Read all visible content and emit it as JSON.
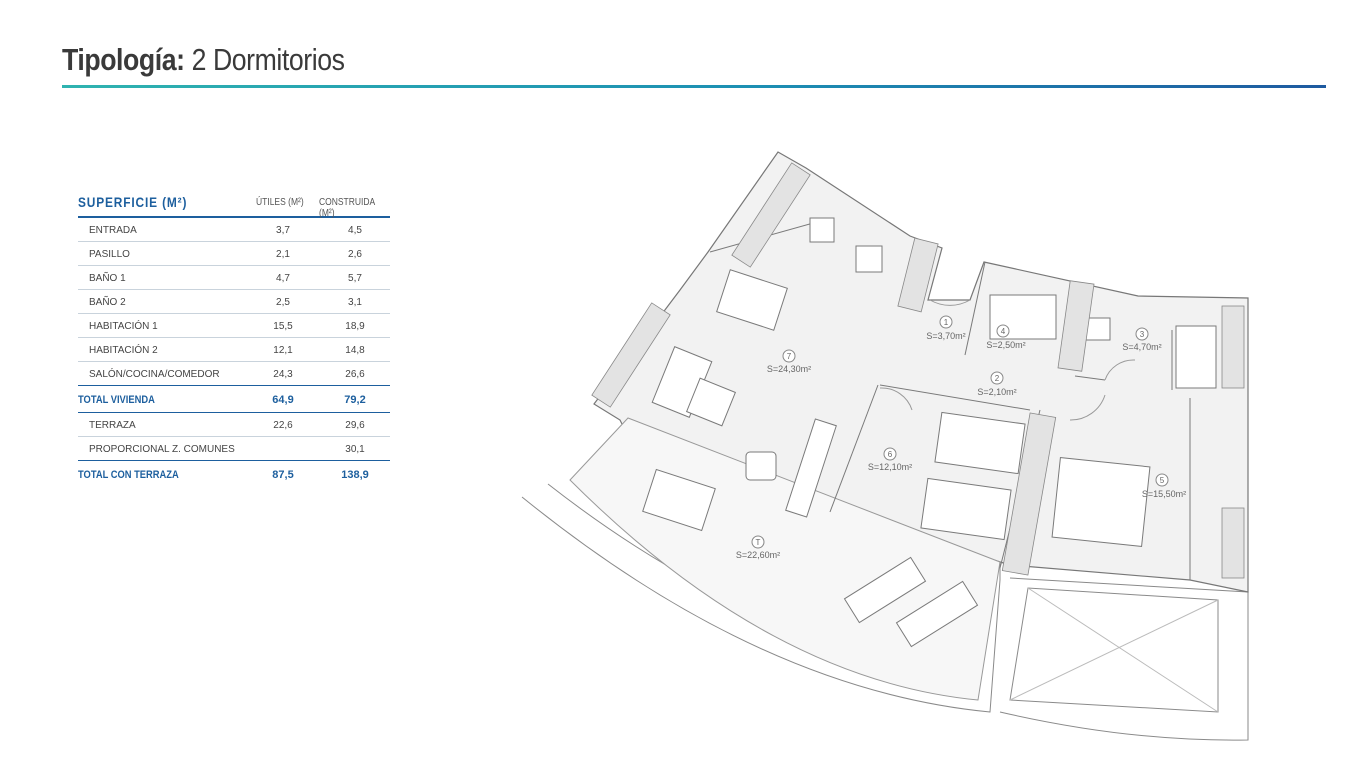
{
  "header": {
    "title_bold": "Tipología:",
    "title_light": "2 Dormitorios"
  },
  "table": {
    "heading": "SUPERFICIE (M²)",
    "col_utiles": "ÚTILES (M²)",
    "col_construida": "CONSTRUIDA (M²)",
    "rows": [
      {
        "label": "ENTRADA",
        "utiles": "3,7",
        "construida": "4,5"
      },
      {
        "label": "PASILLO",
        "utiles": "2,1",
        "construida": "2,6"
      },
      {
        "label": "BAÑO 1",
        "utiles": "4,7",
        "construida": "5,7"
      },
      {
        "label": "BAÑO 2",
        "utiles": "2,5",
        "construida": "3,1"
      },
      {
        "label": "HABITACIÓN 1",
        "utiles": "15,5",
        "construida": "18,9"
      },
      {
        "label": "HABITACIÓN 2",
        "utiles": "12,1",
        "construida": "14,8"
      },
      {
        "label": "SALÓN/COCINA/COMEDOR",
        "utiles": "24,3",
        "construida": "26,6"
      }
    ],
    "total_vivienda": {
      "label": "TOTAL VIVIENDA",
      "utiles": "64,9",
      "construida": "79,2"
    },
    "extra_rows": [
      {
        "label": "TERRAZA",
        "utiles": "22,6",
        "construida": "29,6"
      },
      {
        "label": "PROPORCIONAL Z. COMUNES",
        "utiles": "",
        "construida": "30,1"
      }
    ],
    "total_terraza": {
      "label": "TOTAL CON TERRAZA",
      "utiles": "87,5",
      "construida": "138,9"
    }
  },
  "floorplan": {
    "rooms": [
      {
        "num": "1",
        "area": "S=3,70m²"
      },
      {
        "num": "2",
        "area": "S=2,10m²"
      },
      {
        "num": "3",
        "area": "S=4,70m²"
      },
      {
        "num": "4",
        "area": "S=2,50m²"
      },
      {
        "num": "5",
        "area": "S=15,50m²"
      },
      {
        "num": "6",
        "area": "S=12,10m²"
      },
      {
        "num": "7",
        "area": "S=24,30m²"
      },
      {
        "num": "T",
        "area": "S=22,60m²"
      }
    ]
  }
}
